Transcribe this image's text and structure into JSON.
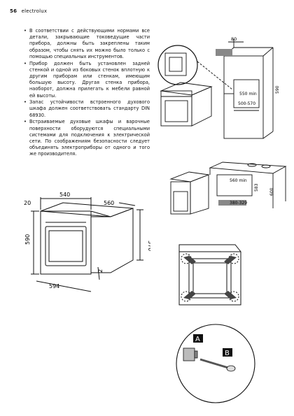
{
  "header": {
    "page_number": "56",
    "brand": "electrolux"
  },
  "bullets": [
    "В соответствии с действующими нормами все детали, закрывающие токоведущие части прибора, должны быть закреплены таким образом, чтобы снять их можно было только с помощью специальных инструментов.",
    "Прибор должен быть установлен задней стенкой и одной из боковых стенок вплотную к другим приборам или стенкам, имеющим большую высоту. Другая стенка прибора, наоборот, должна прилегать к мебели равной ей высоты.",
    "Запас устойчивости встроенного духового шкафа должен соответствовать стандарту DIN 68930.",
    "Встраиваемые духовые шкафы и варочные поверхности оборудуются специальными системами для подключения к электрической сети. По соображениям безопасности следует объединять электроприборы от одного и того же производителя."
  ],
  "dimensions_oven": {
    "d540": "540",
    "d20": "20",
    "d560": "560",
    "d590": "590",
    "d570": "570",
    "d2": "2",
    "d594": "594"
  },
  "dimensions_column": {
    "d80": "80",
    "d550min": "550 min",
    "d500_570": "500-570",
    "d590": "590"
  },
  "dimensions_counter": {
    "d560min": "560 min",
    "d583": "583",
    "d600": "600",
    "d380_329": "380-329"
  },
  "screw_labels": {
    "a": "A",
    "b": "B"
  }
}
